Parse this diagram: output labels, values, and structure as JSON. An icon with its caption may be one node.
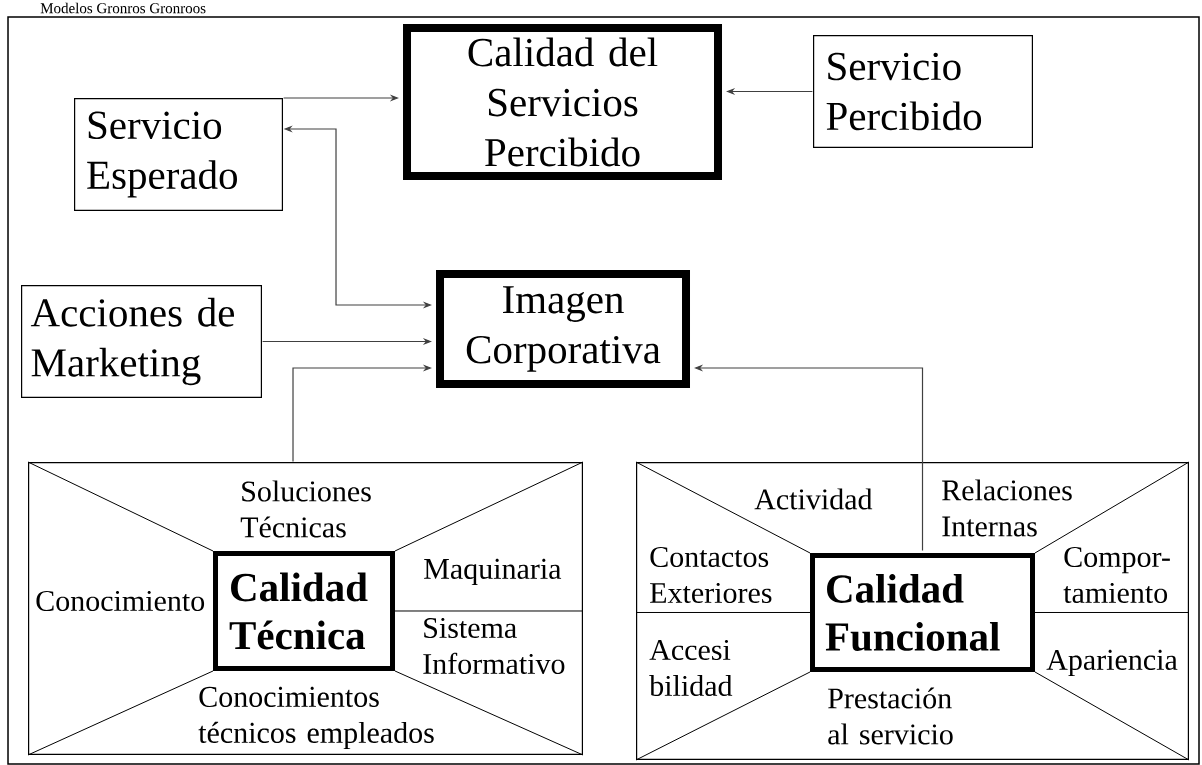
{
  "diagram": {
    "title": "Modelos Gronros Gronroos",
    "nodes": [
      {
        "text": [
          "Calidad del Servicios Percibido"
        ]
      },
      {
        "text": [
          "Servicio Percibido"
        ]
      },
      {
        "text": [
          "Servicio Esperado"
        ]
      },
      {
        "text": [
          "Acciones de Marketing"
        ]
      },
      {
        "text": [
          "Imagen Corporativa"
        ]
      },
      {
        "text": [
          "Soluciones Técnicas",
          "Maquinaria",
          "Sistema Informativo",
          "Conocimientos técnicos empleados",
          "Conocimiento"
        ]
      },
      {
        "text": [
          "Calidad Técnica"
        ],
        "in": 5
      },
      {
        "text": [
          "Actividad",
          "Relaciones Internas",
          "Contactos Exteriores",
          "Compor- tamiento",
          "Apariencia",
          "Accesi bilidad",
          "Prestación al servicio"
        ]
      },
      {
        "text": [
          "Calidad Funcional"
        ],
        "in": 7
      }
    ],
    "edges": [
      {
        "from": 2,
        "to": 0,
        "arrow": "to"
      },
      {
        "from": 1,
        "to": 0,
        "arrow": "to"
      },
      {
        "from": 2,
        "to": 4,
        "arrow": "both"
      },
      {
        "from": 3,
        "to": 4,
        "arrow": "to"
      },
      {
        "from": 5,
        "to": 4,
        "arrow": "to"
      },
      {
        "from": 8,
        "to": 4,
        "arrow": "to"
      }
    ]
  }
}
